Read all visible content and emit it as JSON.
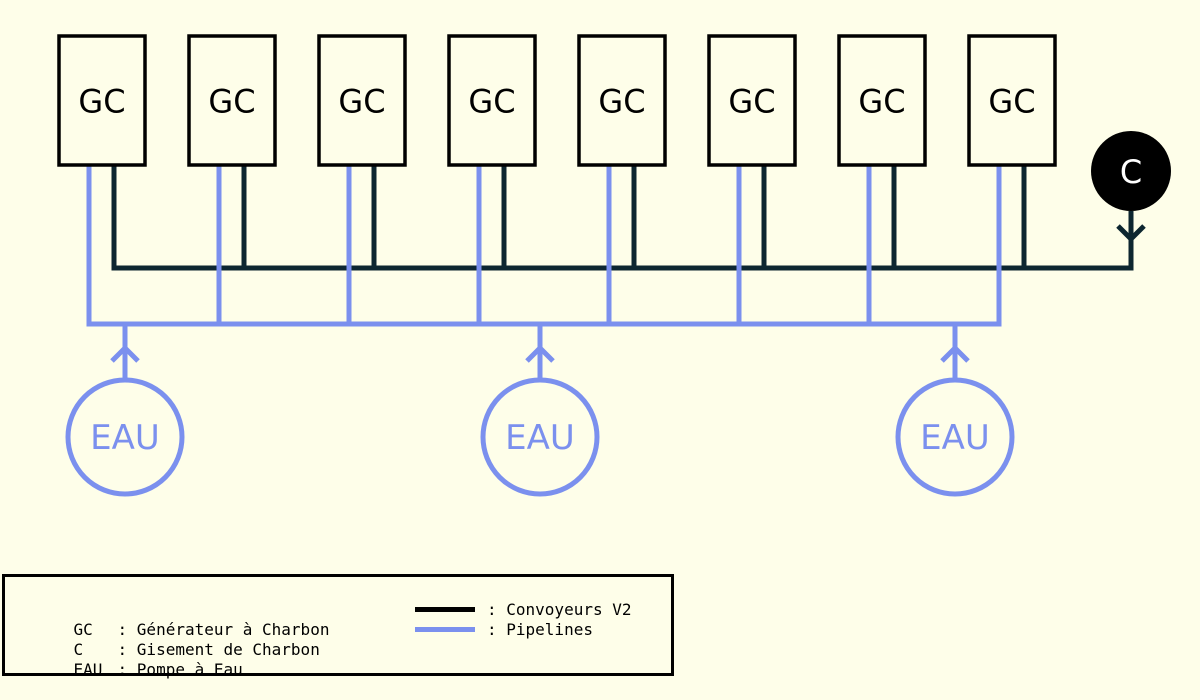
{
  "diagram": {
    "generator_label": "GC",
    "generator_count": 8,
    "coal_label": "C",
    "water_label": "EAU",
    "water_pump_count": 3,
    "colors": {
      "background": "#fefee9",
      "conveyor": "#0d2630",
      "pipeline": "#7b90ee",
      "box_border": "#000000",
      "coal_fill": "#000000"
    }
  },
  "legend": {
    "items": [
      {
        "abbr": "GC",
        "sep": ": ",
        "desc": "Générateur à Charbon"
      },
      {
        "abbr": "C",
        "sep": ": ",
        "desc": "Gisement de Charbon"
      },
      {
        "abbr": "EAU",
        "sep": ": ",
        "desc": "Pompe à Eau"
      }
    ],
    "lines": [
      {
        "label": ": Convoyeurs V2",
        "color": "#000000"
      },
      {
        "label": ": Pipelines",
        "color": "#7b90ee"
      }
    ]
  }
}
